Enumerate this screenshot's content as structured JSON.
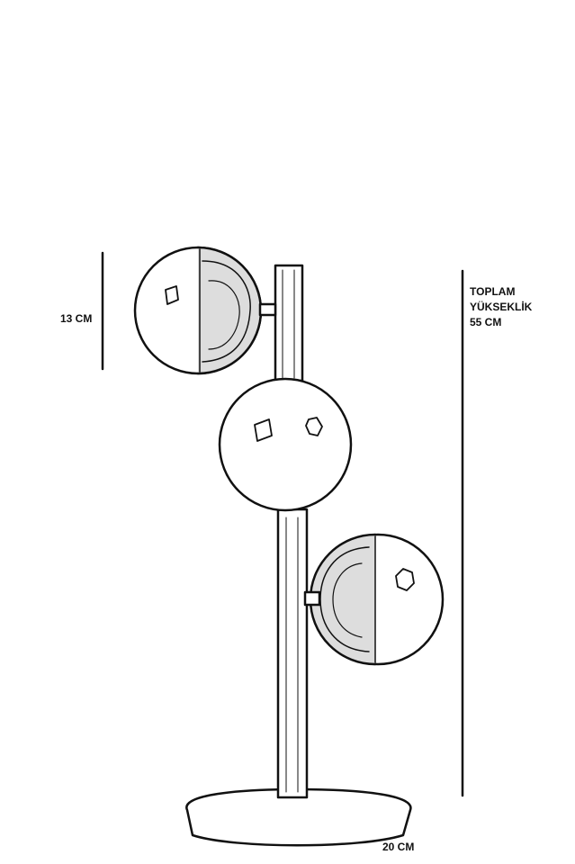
{
  "dimensions": {
    "shade_height": "13 CM",
    "total_height_line1": "TOPLAM",
    "total_height_line2": "YÜKSEKLİK",
    "total_height_value": "55 CM",
    "base_width": "20 CM"
  },
  "colors": {
    "ink": "#111111",
    "background": "#ffffff"
  }
}
